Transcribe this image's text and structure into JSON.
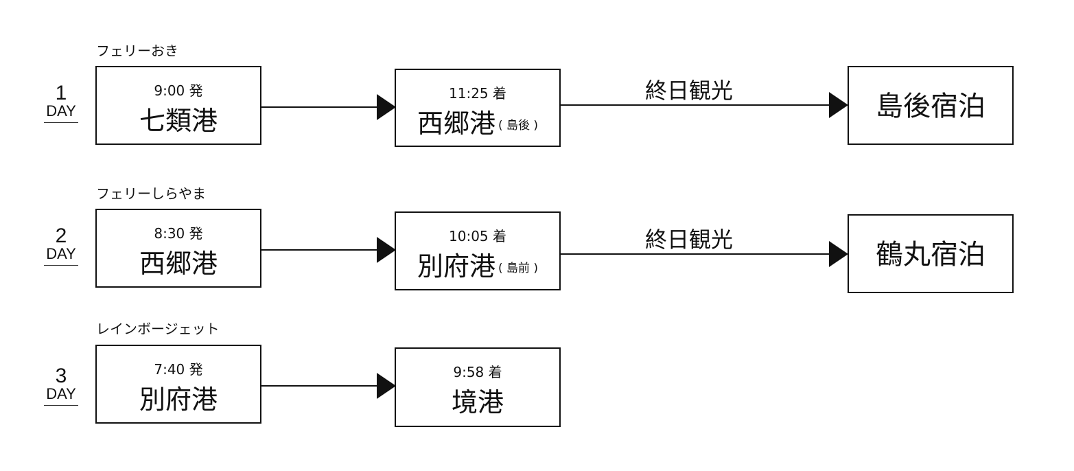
{
  "days": [
    {
      "day_number": "1",
      "day_label": "DAY",
      "ferry": "フェリーおき",
      "depart": {
        "time": "9:00 発",
        "port": "七類港"
      },
      "arrive": {
        "time": "11:25 着",
        "port": "西郷港",
        "sub": "( 島後 )"
      },
      "sightseeing": "終日観光",
      "stay": "島後宿泊"
    },
    {
      "day_number": "2",
      "day_label": "DAY",
      "ferry": "フェリーしらやま",
      "depart": {
        "time": "8:30 発",
        "port": "西郷港"
      },
      "arrive": {
        "time": "10:05 着",
        "port": "別府港",
        "sub": "( 島前 )"
      },
      "sightseeing": "終日観光",
      "stay": "鶴丸宿泊"
    },
    {
      "day_number": "3",
      "day_label": "DAY",
      "ferry": "レインボージェット",
      "depart": {
        "time": "7:40 発",
        "port": "別府港"
      },
      "arrive": {
        "time": "9:58 着",
        "port": "境港"
      }
    }
  ]
}
